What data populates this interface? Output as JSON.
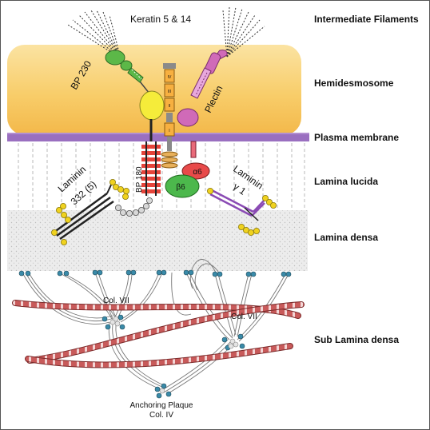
{
  "labels": {
    "keratin": "Keratin 5 & 14",
    "bp230": "BP 230",
    "plectin": "Plectin",
    "bp180": "BP 180",
    "laminin_left_1": "Laminin",
    "laminin_left_2": "332 (5)",
    "laminin_right_1": "Laminin",
    "laminin_right_2": "γ 1",
    "alpha6": "α6",
    "beta6": "β6",
    "col7_left": "Col. VII",
    "col7_right": "Col. VII",
    "anchoring_plaque": "Anchoring Plaque",
    "col4": "Col. IV",
    "domain_iv": "IV",
    "domain_iii": "III",
    "domain_ii": "II",
    "domain_i": "I"
  },
  "layers": [
    "Intermediate Filaments",
    "Hemidesmosome",
    "Plasma membrane",
    "Lamina lucida",
    "Lamina densa",
    "Sub Lamina densa"
  ],
  "colors": {
    "hemidesmosome_band": "#f8cd6a",
    "membrane": "#9a6fc0",
    "bp230": "#5cb848",
    "plectin": "#d06ab8",
    "yellow_protein": "#f5ec3a",
    "alpha6": "#e84a4a",
    "beta6": "#4cb84c",
    "collagen_fiber": "#c85a5a",
    "laminin_dots": "#f0d21e"
  }
}
